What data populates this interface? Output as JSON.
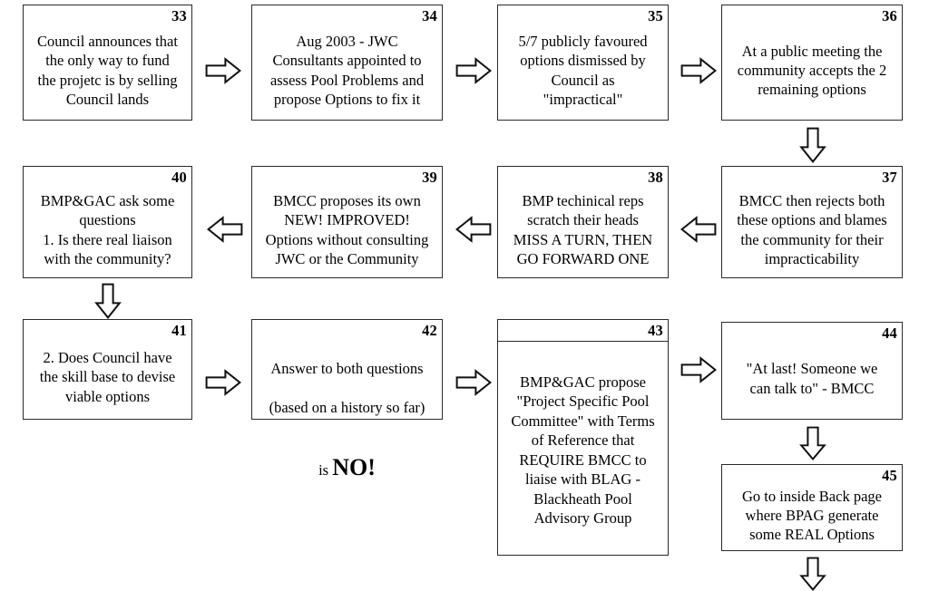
{
  "diagram": {
    "title": "Blackheath Pool project flowchart (steps 33-45)",
    "style": {
      "box_border_color": "#2b2b2b",
      "box_fill_color": "#ffffff",
      "arrow_outline_color": "#111111",
      "arrow_fill_color": "#ffffff",
      "text_color": "#000000",
      "page_background": "#ffffff"
    },
    "nodes": [
      {
        "id": "33",
        "number": "33",
        "text": "Council announces that\nthe only way to fund\nthe projetc is by selling\nCouncil lands"
      },
      {
        "id": "34",
        "number": "34",
        "text": "Aug 2003 - JWC\nConsultants appointed to\nassess Pool Problems and\npropose Options to fix it"
      },
      {
        "id": "35",
        "number": "35",
        "text": "5/7 publicly favoured\noptions dismissed by\nCouncil as\n\"impractical\""
      },
      {
        "id": "36",
        "number": "36",
        "text": "At a public meeting the\ncommunity accepts the 2\nremaining options"
      },
      {
        "id": "37",
        "number": "37",
        "text": "BMCC then rejects both\nthese options and blames\nthe community for their\nimpracticability"
      },
      {
        "id": "38",
        "number": "38",
        "text": "BMP techinical reps\nscratch their heads\nMISS A TURN, THEN\nGO FORWARD ONE"
      },
      {
        "id": "39",
        "number": "39",
        "text": "BMCC proposes its own\nNEW! IMPROVED!\nOptions without consulting\nJWC or the Community"
      },
      {
        "id": "40",
        "number": "40",
        "text": "BMP&GAC ask some\nquestions\n1. Is there real liaison\nwith the community?"
      },
      {
        "id": "41",
        "number": "41",
        "text": "2. Does Council have\nthe skill base to devise\nviable options"
      },
      {
        "id": "42",
        "number": "42",
        "text_line1": "Answer to both questions",
        "text_line2": "(based on a history so far)",
        "text_line3_prefix": "is ",
        "text_line3_emphasis": "NO!"
      },
      {
        "id": "43",
        "number": "43",
        "text": "BMP&GAC propose\n\"Project Specific Pool\nCommittee\" with Terms\nof Reference that\nREQUIRE BMCC to\nliaise with BLAG -\nBlackheath Pool\nAdvisory Group"
      },
      {
        "id": "44",
        "number": "44",
        "text": "\"At last! Someone we\ncan talk to\" - BMCC"
      },
      {
        "id": "45",
        "number": "45",
        "text": "Go to inside Back page\nwhere BPAG generate\nsome REAL Options"
      }
    ],
    "connectors": [
      {
        "id": "a33-34",
        "from": "33",
        "to": "34",
        "direction": "right"
      },
      {
        "id": "a34-35",
        "from": "34",
        "to": "35",
        "direction": "right"
      },
      {
        "id": "a35-36",
        "from": "35",
        "to": "36",
        "direction": "right"
      },
      {
        "id": "a36-37",
        "from": "36",
        "to": "37",
        "direction": "down"
      },
      {
        "id": "a37-38",
        "from": "37",
        "to": "38",
        "direction": "left"
      },
      {
        "id": "a38-39",
        "from": "38",
        "to": "39",
        "direction": "left"
      },
      {
        "id": "a39-40",
        "from": "39",
        "to": "40",
        "direction": "left"
      },
      {
        "id": "a40-41",
        "from": "40",
        "to": "41",
        "direction": "down"
      },
      {
        "id": "a41-42",
        "from": "41",
        "to": "42",
        "direction": "right"
      },
      {
        "id": "a42-43",
        "from": "42",
        "to": "43",
        "direction": "right"
      },
      {
        "id": "a43-44",
        "from": "43",
        "to": "44",
        "direction": "right"
      },
      {
        "id": "a44-45",
        "from": "44",
        "to": "45",
        "direction": "down"
      },
      {
        "id": "a45-next",
        "from": "45",
        "to": "continued",
        "direction": "down"
      }
    ]
  }
}
